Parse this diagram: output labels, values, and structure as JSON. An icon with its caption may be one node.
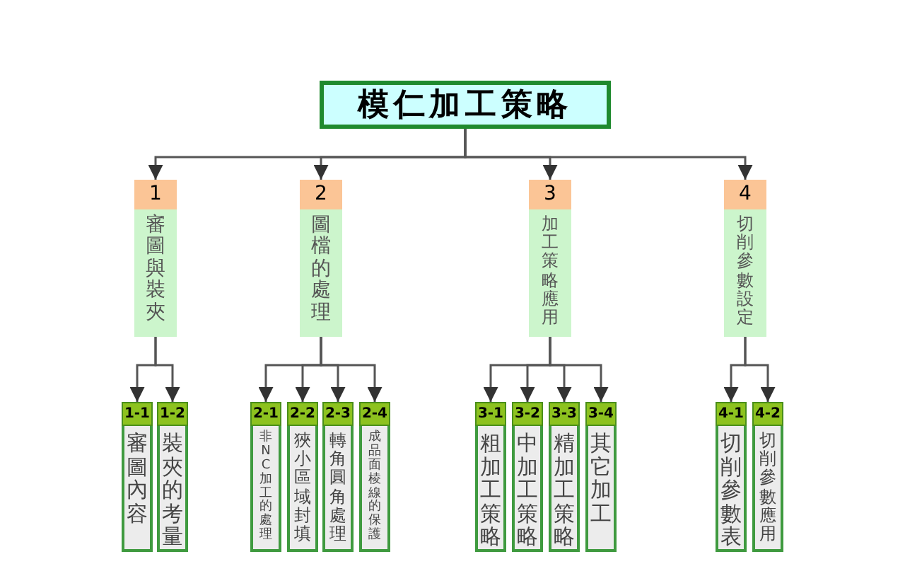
{
  "diagram": {
    "nodes": [
      {
        "text": [
          "模仁加工策略"
        ]
      },
      {
        "text": [
          "1",
          "審圖與裝夾"
        ]
      },
      {
        "text": [
          "2",
          "圖檔的處理"
        ]
      },
      {
        "text": [
          "3",
          "加工策略應用"
        ]
      },
      {
        "text": [
          "4",
          "切削參數設定"
        ]
      },
      {
        "text": [
          "1-1",
          "審圖內容"
        ]
      },
      {
        "text": [
          "1-2",
          "裝夾的考量"
        ]
      },
      {
        "text": [
          "2-1",
          "非NC加工的處理"
        ]
      },
      {
        "text": [
          "2-2",
          "狹小區域封填"
        ]
      },
      {
        "text": [
          "2-3",
          "轉角圓角處理"
        ]
      },
      {
        "text": [
          "2-4",
          "成品面棱線的保護"
        ]
      },
      {
        "text": [
          "3-1",
          "粗加工策略"
        ]
      },
      {
        "text": [
          "3-2",
          "中加工策略"
        ]
      },
      {
        "text": [
          "3-3",
          "精加工策略"
        ]
      },
      {
        "text": [
          "3-4",
          "其它加工"
        ]
      },
      {
        "text": [
          "4-1",
          "切削參數表"
        ]
      },
      {
        "text": [
          "4-2",
          "切削參數應用"
        ]
      }
    ],
    "edges": [
      {
        "from": 0,
        "to": 1,
        "arrow": "to"
      },
      {
        "from": 0,
        "to": 2,
        "arrow": "to"
      },
      {
        "from": 0,
        "to": 3,
        "arrow": "to"
      },
      {
        "from": 0,
        "to": 4,
        "arrow": "to"
      },
      {
        "from": 1,
        "to": 5,
        "arrow": "to"
      },
      {
        "from": 1,
        "to": 6,
        "arrow": "to"
      },
      {
        "from": 2,
        "to": 7,
        "arrow": "to"
      },
      {
        "from": 2,
        "to": 8,
        "arrow": "to"
      },
      {
        "from": 2,
        "to": 9,
        "arrow": "to"
      },
      {
        "from": 2,
        "to": 10,
        "arrow": "to"
      },
      {
        "from": 3,
        "to": 11,
        "arrow": "to"
      },
      {
        "from": 3,
        "to": 12,
        "arrow": "to"
      },
      {
        "from": 3,
        "to": 13,
        "arrow": "to"
      },
      {
        "from": 3,
        "to": 14,
        "arrow": "to"
      },
      {
        "from": 4,
        "to": 15,
        "arrow": "to"
      },
      {
        "from": 4,
        "to": 16,
        "arrow": "to"
      }
    ]
  }
}
